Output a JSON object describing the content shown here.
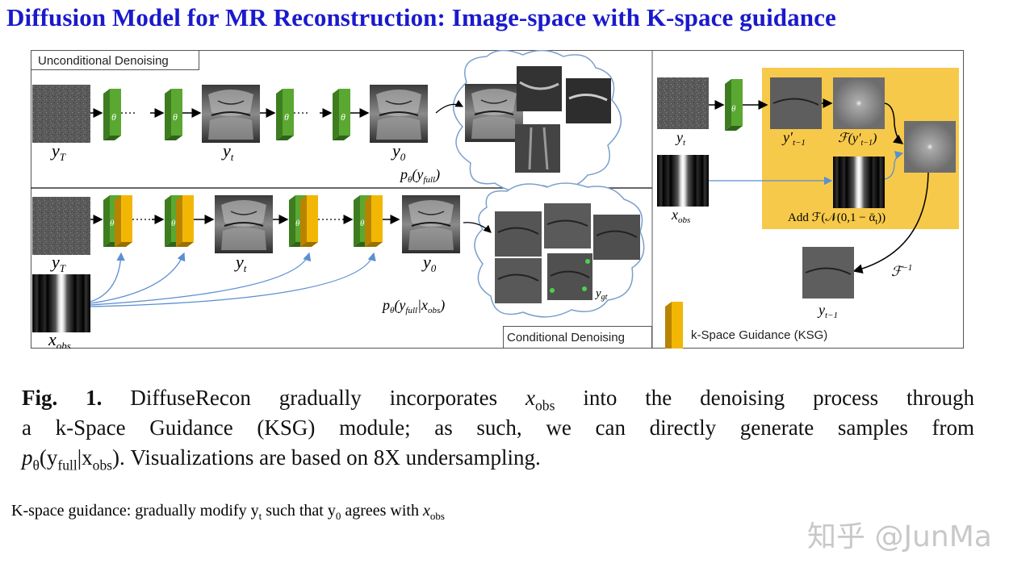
{
  "title": "Diffusion Model for MR Reconstruction: Image-space with K-space guidance",
  "figure": {
    "uncond_label": "Unconditional Denoising",
    "cond_label": "Conditional Denoising",
    "theta": "θ",
    "y_T": "y",
    "y_T_sub": "T",
    "y_t": "y",
    "y_t_sub": "t",
    "y_0": "y",
    "y_0_sub": "0",
    "p_full": "p",
    "p_full_sub": "θ",
    "p_full_arg": "(y",
    "p_full_arg_sub": "full",
    "p_full_close": ")",
    "p_cond": "p",
    "p_cond_sub": "θ",
    "p_cond_arg": "(y",
    "p_cond_arg_sub": "full",
    "p_cond_close": "|x",
    "p_cond_close_sub": "obs",
    "p_cond_end": ")",
    "x_obs": "x",
    "x_obs_sub": "obs",
    "y_gt": "y",
    "y_gt_sub": "gt",
    "ksg_yt": "y",
    "ksg_yt_sub": "t",
    "ksg_yprime": "y′",
    "ksg_yprime_sub": "t−1",
    "ksg_fourier": "ℱ(y′",
    "ksg_fourier_sub": "t−1",
    "ksg_fourier_close": ")",
    "ksg_xobs": "x",
    "ksg_xobs_sub": "obs",
    "ksg_noise": "Add ℱ(𝒩(0,1 − ᾱ",
    "ksg_noise_sub": "t",
    "ksg_noise_close": "))",
    "ksg_inverse": "ℱ",
    "ksg_inverse_sup": "−1",
    "ksg_out": "y",
    "ksg_out_sub": "t−1",
    "legend_label": "k-Space Guidance (KSG)",
    "colors": {
      "block_green": "#5aa832",
      "block_yellow": "#f2b705",
      "ksg_panel": "#f6c94a",
      "arrow_blue": "#6a9ad6"
    }
  },
  "caption": {
    "fig_label": "Fig. 1.",
    "line1_a": "DiffuseRecon gradually incorporates",
    "line1_x": "x",
    "line1_x_sub": "obs",
    "line1_b": "into the denoising process through",
    "line2": "a k-Space Guidance (KSG) module; as such, we can directly generate samples from",
    "line3_p": "p",
    "line3_p_sub": "θ",
    "line3_arg": "(y",
    "line3_arg_sub": "full",
    "line3_bar": "|x",
    "line3_bar_sub": "obs",
    "line3_close": ").",
    "line3_rest": "Visualizations are based on 8X undersampling."
  },
  "note": {
    "a": "K-space guidance: gradually modify y",
    "a_sub": "t",
    "b": "such that y",
    "b_sub": "0",
    "c": "agrees with",
    "x": "x",
    "x_sub": "obs"
  },
  "watermark": "知乎 @JunMa"
}
